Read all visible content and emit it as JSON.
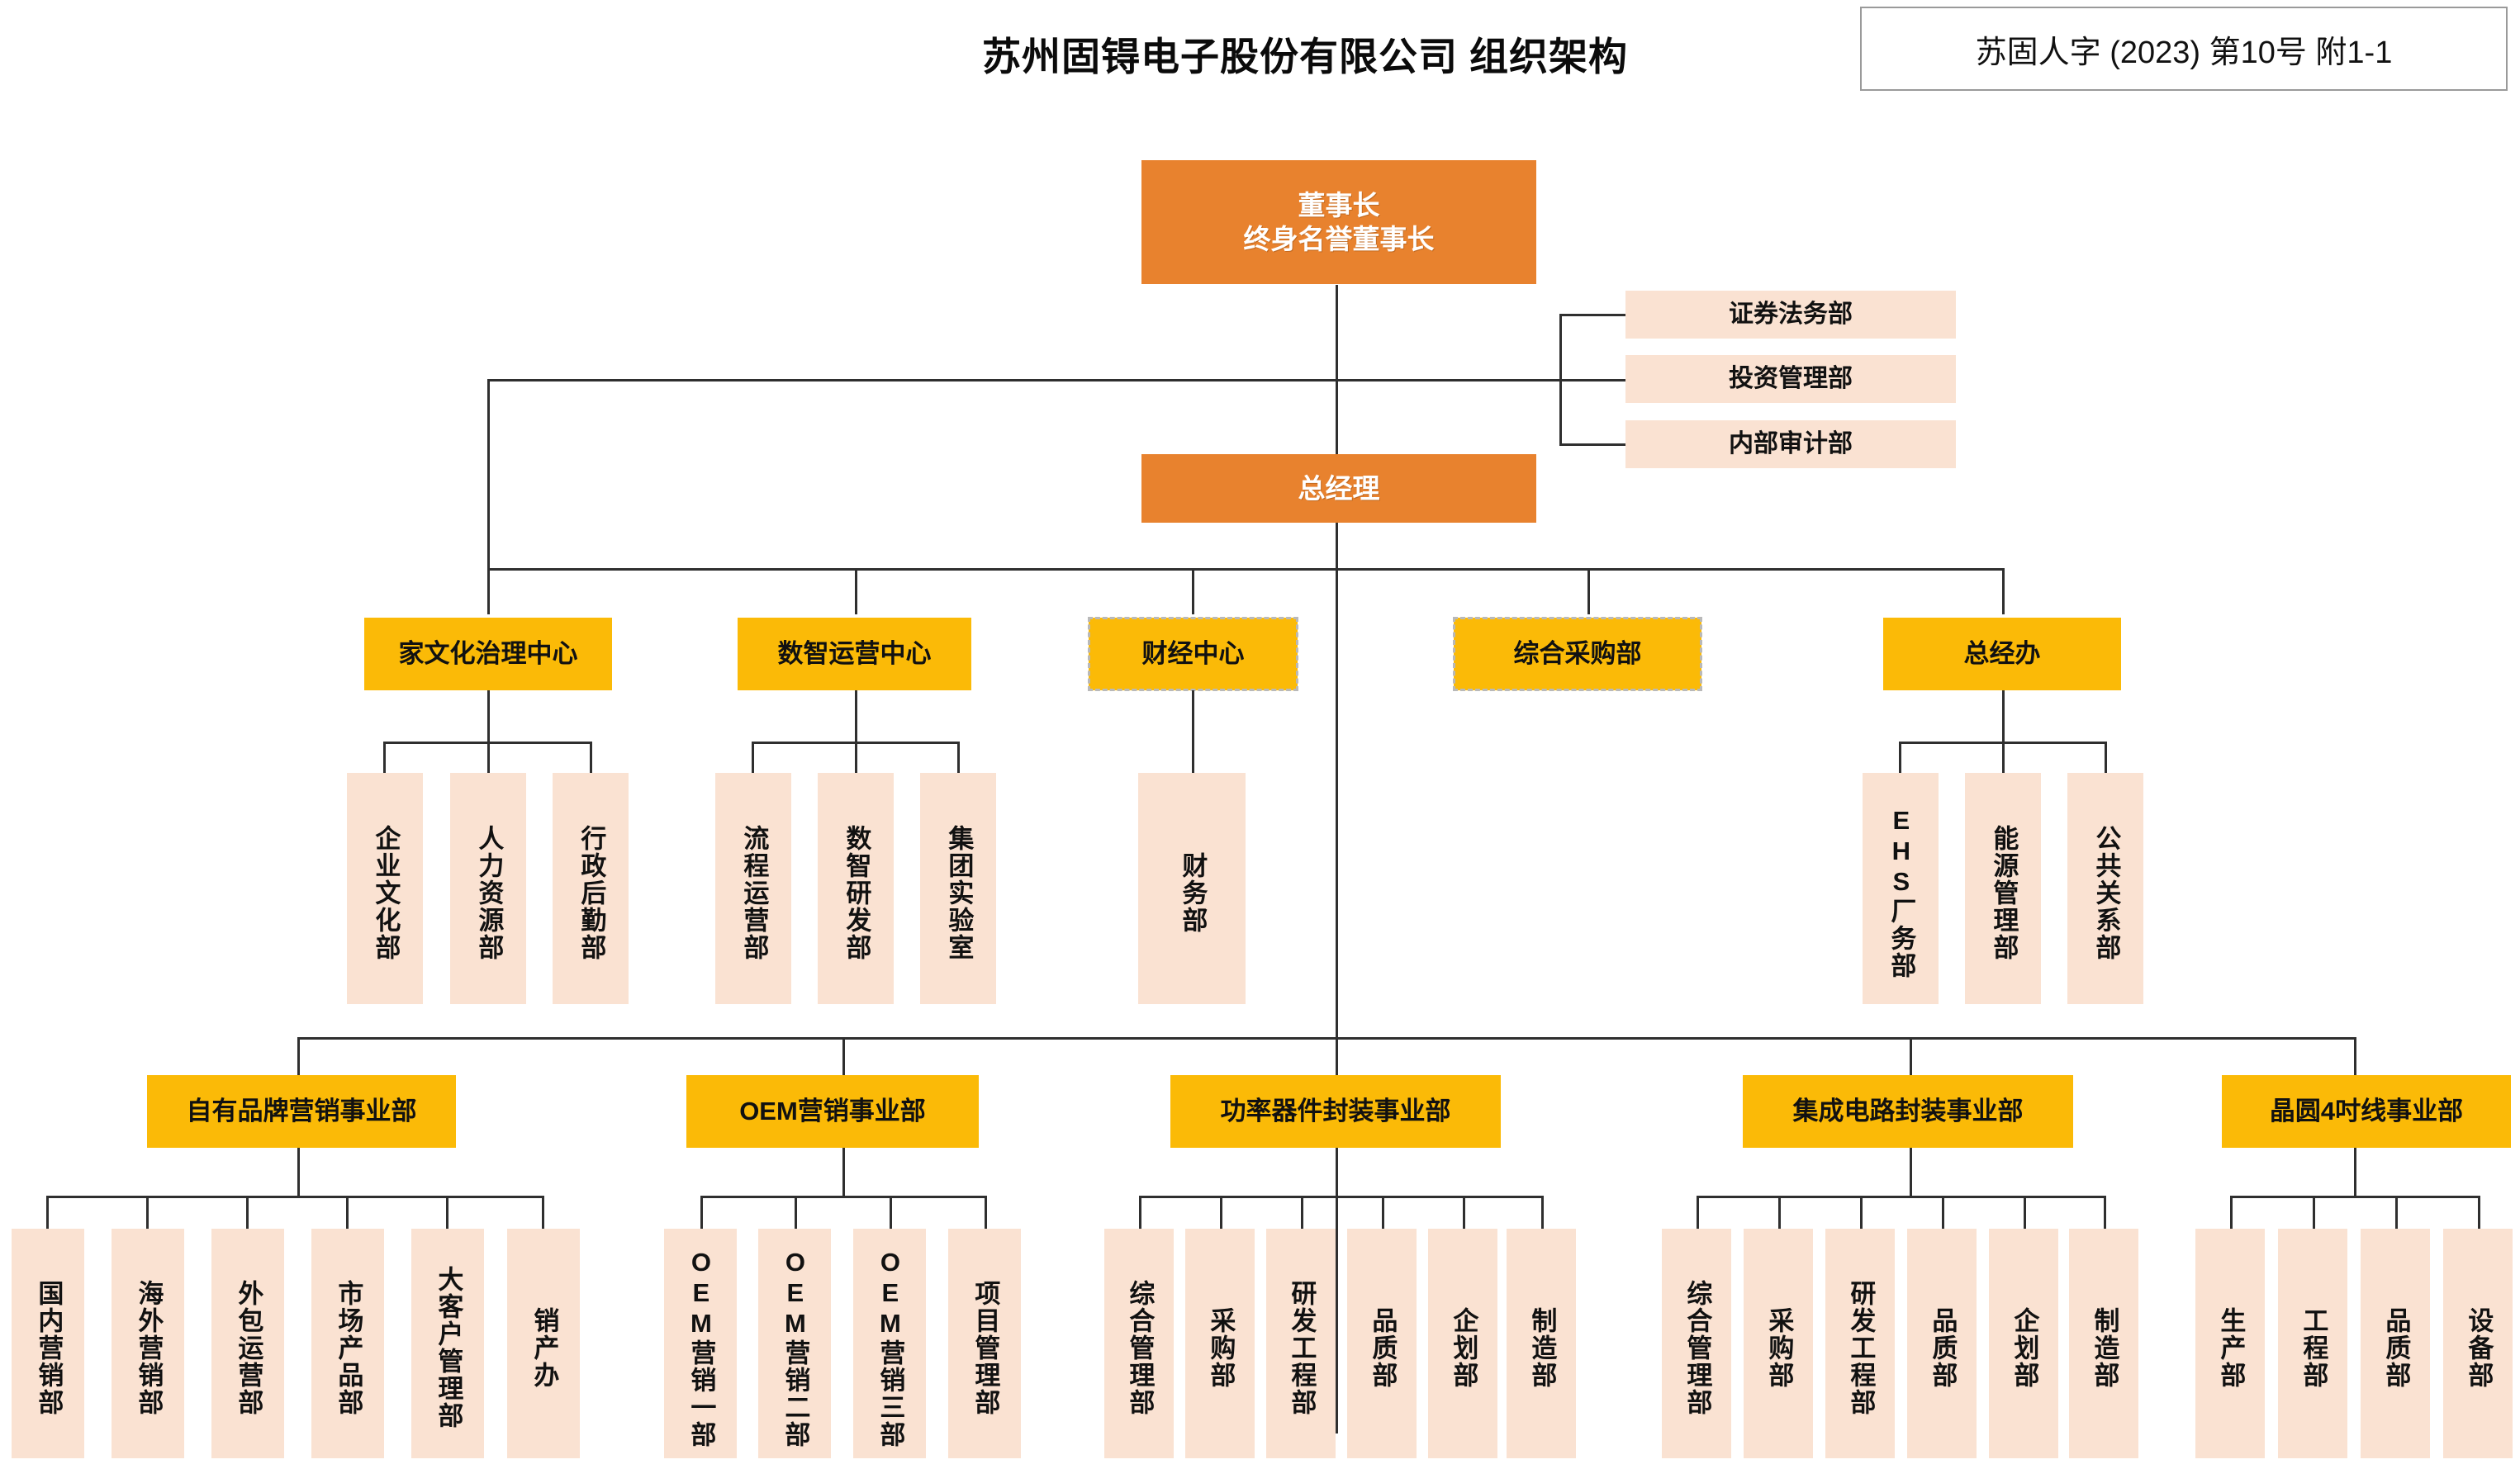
{
  "header": {
    "title": "苏州固锝电子股份有限公司 组织架构",
    "doc_reference": "苏固人字 (2023) 第10号 附1-1"
  },
  "colors": {
    "executive": "#E8822E",
    "center": "#FBBA07",
    "department": "#FAE2D2",
    "connector": "#2F2F2F",
    "doc_box_border": "#9A9A9A"
  },
  "chart_data": {
    "type": "diagram",
    "title": "苏州固锝电子股份有限公司 组织架构",
    "levels": [
      "董事长",
      "总经理",
      "中心/事业部",
      "部门"
    ]
  },
  "executives": {
    "chairman": {
      "line1": "董事长",
      "line2": "终身名誉董事长"
    },
    "general_manager": {
      "label": "总经理"
    }
  },
  "board_staff": [
    {
      "label": "证券法务部"
    },
    {
      "label": "投资管理部"
    },
    {
      "label": "内部审计部"
    }
  ],
  "centers": [
    {
      "label": "家文化治理中心",
      "selected": false,
      "departments": [
        "企业文化部",
        "人力资源部",
        "行政后勤部"
      ]
    },
    {
      "label": "数智运营中心",
      "selected": false,
      "departments": [
        "流程运营部",
        "数智研发部",
        "集团实验室"
      ]
    },
    {
      "label": "财经中心",
      "selected": true,
      "departments": [
        "财务部"
      ]
    },
    {
      "label": "综合采购部",
      "selected": true,
      "departments": []
    },
    {
      "label": "总经办",
      "selected": false,
      "departments": [
        "EHS厂务部",
        "能源管理部",
        "公共关系部"
      ]
    }
  ],
  "business_units": [
    {
      "label": "自有品牌营销事业部",
      "departments": [
        "国内营销部",
        "海外营销部",
        "外包运营部",
        "市场产品部",
        "大客户管理部",
        "销产办"
      ]
    },
    {
      "label": "OEM营销事业部",
      "departments": [
        "OEM营销一部",
        "OEM营销二部",
        "OEM营销三部",
        "项目管理部"
      ]
    },
    {
      "label": "功率器件封装事业部",
      "departments": [
        "综合管理部",
        "采购部",
        "研发工程部",
        "品质部",
        "企划部",
        "制造部"
      ]
    },
    {
      "label": "集成电路封装事业部",
      "departments": [
        "综合管理部",
        "采购部",
        "研发工程部",
        "品质部",
        "企划部",
        "制造部"
      ]
    },
    {
      "label": "晶圆4吋线事业部",
      "departments": [
        "生产部",
        "工程部",
        "品质部",
        "设备部"
      ]
    }
  ]
}
